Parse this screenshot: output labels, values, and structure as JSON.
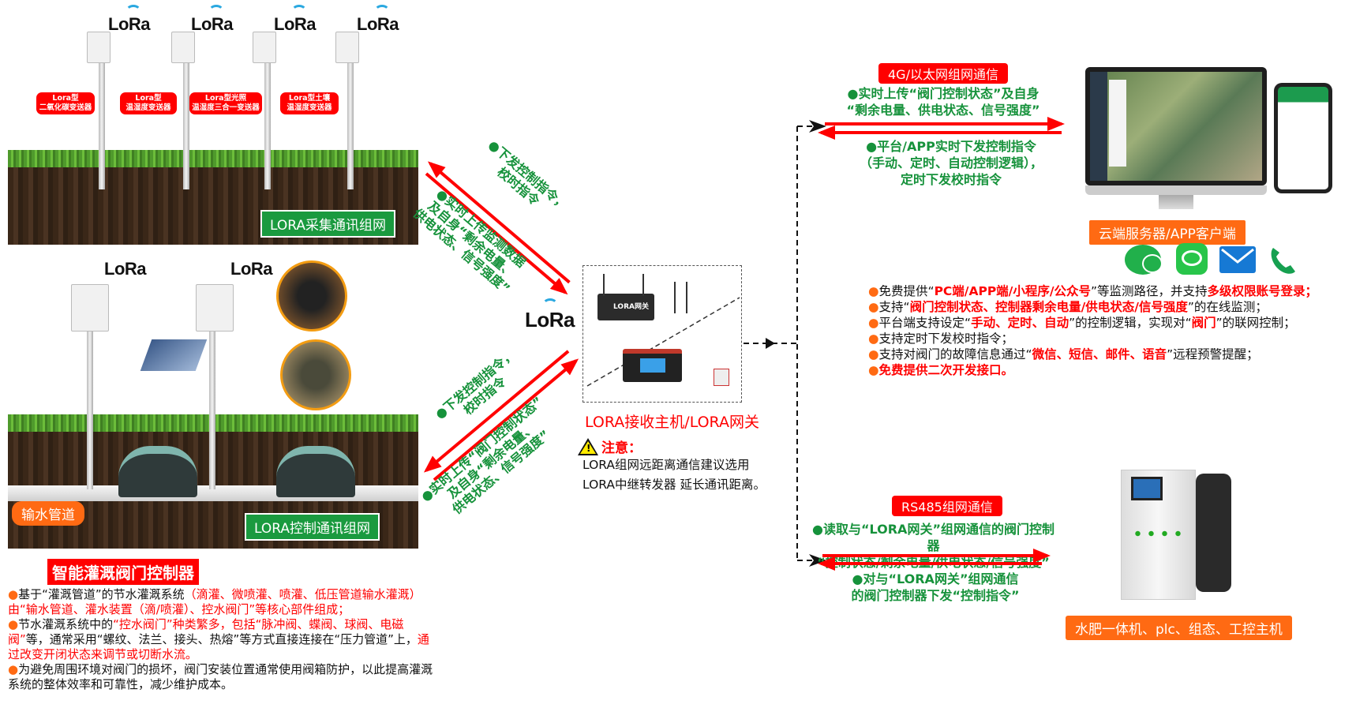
{
  "top_panel": {
    "logo_text": "LoRa",
    "sensor_labels": [
      [
        "Lora型",
        "二氧化碳变送器"
      ],
      [
        "Lora型",
        "温湿度变送器"
      ],
      [
        "Lora型光照",
        "温湿度三合一变送器"
      ],
      [
        "Lora型土壤",
        "温湿度变送器"
      ]
    ],
    "caption": "LORA采集通讯组网"
  },
  "bottom_panel": {
    "logo_text": "LoRa",
    "pipe_label": "输水管道",
    "caption": "LORA控制通讯组网"
  },
  "controller": {
    "title": "智能灌溉阀门控制器",
    "bullets": [
      [
        {
          "t": "基于“灌溉管道”的节水灌溉系统"
        },
        {
          "t": "（滴灌、微喷灌、喷灌、低压管道输水灌溉）由“输水管道、灌水装置（滴/喷灌）、控水阀门”等核心部件组成；",
          "red": true
        }
      ],
      [
        {
          "t": "节水灌溉系统中的"
        },
        {
          "t": "“控水阀门”种类繁多，包括“脉冲阀、蝶阀、球阀、电磁阀”",
          "red": true
        },
        {
          "t": "等，通常采用“螺纹、法兰、接头、热熔”等方式直接连接在“压力管道”上，"
        },
        {
          "t": "通过改变开闭状态来调节或切断水流。",
          "red": true
        }
      ],
      [
        {
          "t": "为避免周围环境对阀门的损坏，阀门安装位置通常使用阀箱防护，以此提高灌溉系统的整体效率和可靠性，减少维护成本。"
        }
      ]
    ]
  },
  "left_links": {
    "upper_down": [
      "●下发控制指令，",
      "校时指令"
    ],
    "upper_up": [
      "●实时上传监测数据",
      "及自身“剩余电量、",
      "供电状态、信号强度”"
    ],
    "lower_down": [
      "●下发控制指令，",
      "校时指令"
    ],
    "lower_up": [
      "●实时上传“阀门控制状态”",
      "及自身“剩余电量、",
      "供电状态、信号强度”"
    ]
  },
  "gateway": {
    "logo_text": "LoRa",
    "device_label": "LORA网关",
    "title": "LORA接收主机/LORA网关",
    "notice_label": "注意：",
    "notice_lines": [
      "LORA组网远距离通信建议选用",
      "LORA中继转发器 延长通讯距离。"
    ]
  },
  "cloud_link": {
    "badge": "4G/以太网组网通信",
    "up_text": [
      "●实时上传“阀门控制状态”及自身",
      "“剩余电量、供电状态、信号强度”"
    ],
    "down_text": [
      "●平台/APP实时下发控制指令",
      "（手动、定时、自动控制逻辑），",
      "定时下发校时指令"
    ],
    "endpoint_label": "云端服务器/APP客户端",
    "icons": [
      "wechat-icon",
      "message-icon",
      "mail-icon",
      "phone-icon"
    ],
    "features": [
      [
        {
          "t": "免费提供“"
        },
        {
          "t": "PC端/APP端/小程序/公众号",
          "red": true
        },
        {
          "t": "”等监测路径，并支持"
        },
        {
          "t": "多级权限账号登录；",
          "red": true
        }
      ],
      [
        {
          "t": "支持“"
        },
        {
          "t": "阀门控制状态、控制器剩余电量/供电状态/信号强度",
          "red": true
        },
        {
          "t": "”的在线监测；"
        }
      ],
      [
        {
          "t": "平台端支持设定“"
        },
        {
          "t": "手动、定时、自动",
          "red": true
        },
        {
          "t": "”的控制逻辑，实现对“"
        },
        {
          "t": "阀门",
          "red": true
        },
        {
          "t": "”的联网控制；"
        }
      ],
      [
        {
          "t": "支持定时下发校时指令；"
        }
      ],
      [
        {
          "t": "支持对阀门的故障信息通过“"
        },
        {
          "t": "微信、短信、邮件、语音",
          "red": true
        },
        {
          "t": "”远程预警提醒；"
        }
      ],
      [
        {
          "t": "免费提供二次开发接口。",
          "red": true
        }
      ]
    ]
  },
  "rs485_link": {
    "badge": "RS485组网通信",
    "up_text": [
      "●读取与“LORA网关”组网通信的阀门控制器",
      "“控制状态/剩余电量/供电状态/信号强度”"
    ],
    "down_text": [
      "●对与“LORA网关”组网通信",
      "的阀门控制器下发“控制指令”"
    ],
    "endpoint_label": "水肥一体机、plc、组态、工控主机"
  },
  "colors": {
    "red": "#ff0000",
    "green": "#16923b",
    "orange": "#ff6a13",
    "bullet": "#ff6a13"
  }
}
